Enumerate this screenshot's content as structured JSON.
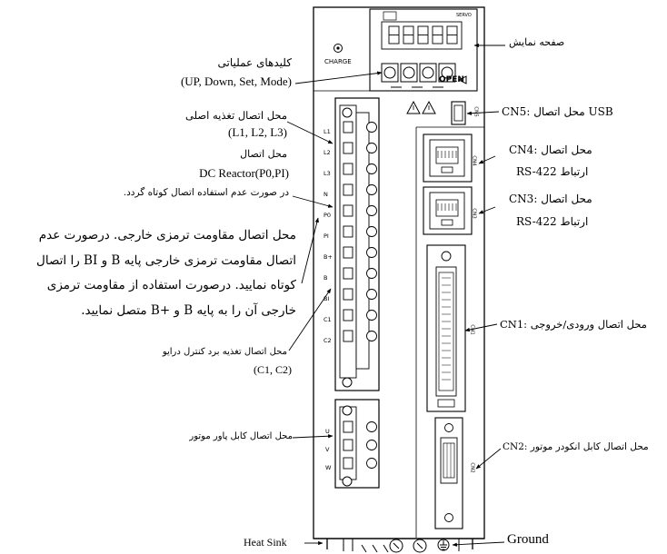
{
  "device": {
    "charge_label": "CHARGE",
    "display_top_label": "SERVO",
    "display_digits": "88888",
    "open_label": "OPEN",
    "terminals_power": [
      "L1",
      "L2",
      "L3",
      "N",
      "P0",
      "PI",
      "B+",
      "B",
      "BI",
      "C1",
      "C2"
    ],
    "terminals_motor": [
      "U",
      "V",
      "W"
    ],
    "cn_labels": [
      "CN5",
      "CN4",
      "CN3",
      "CN1",
      "CN2"
    ]
  },
  "labels": {
    "display_page": "صفحه نمایش",
    "keys_title": "کلیدهای عملیاتی",
    "keys_sub": "(UP, Down, Set, Mode)",
    "main_power_title": "محل اتصال تغذیه اصلی",
    "main_power_sub": "(L1, L2, L3)",
    "dc_reactor_title": "محل اتصال",
    "dc_reactor_sub": "DC Reactor(P0,PI)",
    "dc_reactor_note": "در صورت عدم استفاده اتصال کوتاه گردد.",
    "brake_lines": [
      "محل اتصال مقاومت ترمزی خارجی. درصورت عدم",
      "اتصال مقاومت ترمزی خارجی پایه B و BI را اتصال",
      "کوتاه نمایید. درصورت استفاده از مقاومت ترمزی",
      "خارجی آن را به پایه  B و +B متصل نمایید."
    ],
    "control_power_title": "محل اتصال تغذیه برد کنترل درایو",
    "control_power_sub": "(C1, C2)",
    "motor_power": "محل اتصال کابل پاور موتور",
    "heat_sink": "Heat Sink",
    "ground": "Ground",
    "cn5": "CN5: محل اتصال USB",
    "cn4_title": "CN4: محل اتصال",
    "cn4_sub": "ارتباط RS-422",
    "cn3_title": "CN3: محل اتصال",
    "cn3_sub": "ارتباط RS-422",
    "cn1": "CN1: محل اتصال ورودی/خروجی",
    "cn2": "CN2: محل اتصال کابل انکودر موتور"
  }
}
